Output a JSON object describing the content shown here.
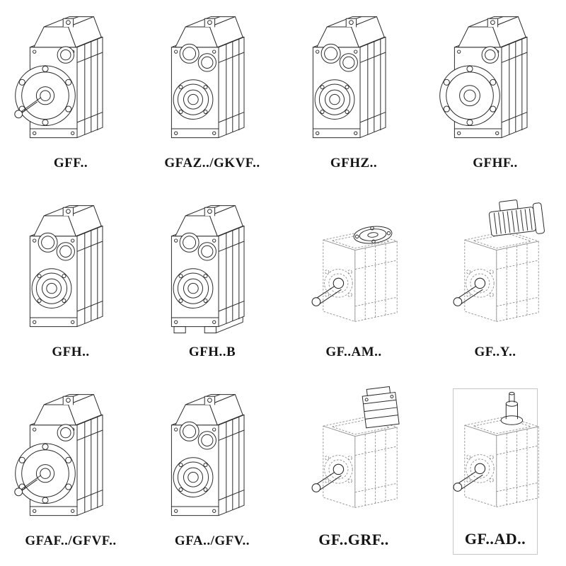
{
  "catalog": {
    "products": [
      {
        "label": "GFF..",
        "drawing": "gearbox-flange-output-shaft",
        "symbol": "#sym-gb-flange-shaft"
      },
      {
        "label": "GFAZ../GKVF..",
        "drawing": "gearbox-hollow-shaft",
        "symbol": "#sym-gb-bore"
      },
      {
        "label": "GFHZ..",
        "drawing": "gearbox-hollow-shaft",
        "symbol": "#sym-gb-bore"
      },
      {
        "label": "GFHF..",
        "drawing": "gearbox-flange-hollow-shaft",
        "symbol": "#sym-gb-flange"
      },
      {
        "label": "GFH..",
        "drawing": "gearbox-hollow-shaft",
        "symbol": "#sym-gb-bore"
      },
      {
        "label": "GFH..B",
        "drawing": "gearbox-hollow-shaft-foot-mounted",
        "symbol": "#sym-gb-bore-foot"
      },
      {
        "label": "GF..AM..",
        "drawing": "gearbox-iec-adapter-phantom",
        "symbol": "#sym-gb-dash-flange"
      },
      {
        "label": "GF..Y..",
        "drawing": "gearbox-with-motor-phantom",
        "symbol": "#sym-gb-dash-motor"
      },
      {
        "label": "GFAF../GFVF..",
        "drawing": "gearbox-flange-output-shaft",
        "symbol": "#sym-gb-flange-shaft"
      },
      {
        "label": "GFA../GFV..",
        "drawing": "gearbox-hollow-shaft",
        "symbol": "#sym-gb-bore"
      },
      {
        "label": "GF..GRF..",
        "drawing": "gearbox-adapter-housing-phantom",
        "symbol": "#sym-gb-dash-adapter"
      },
      {
        "label": "GF..AD..",
        "drawing": "gearbox-input-shaft-phantom",
        "symbol": "#sym-gb-dash-shaft"
      }
    ]
  }
}
